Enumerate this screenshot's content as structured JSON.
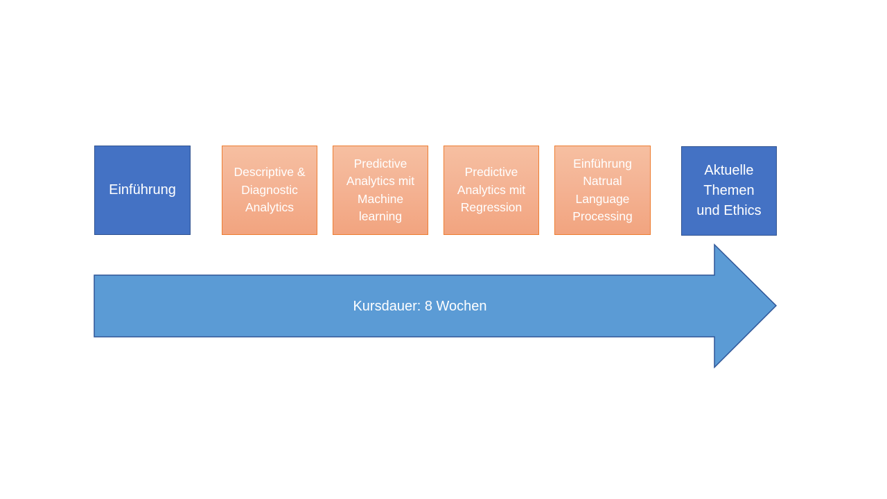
{
  "diagram": {
    "colors": {
      "blue_box": "#4472c4",
      "blue_box_border": "#2f528f",
      "orange_box": "#f4b183",
      "orange_box_border": "#ed7d31",
      "arrow_fill": "#5b9bd5",
      "arrow_border": "#2e5597",
      "text": "#ffffff"
    },
    "steps": [
      {
        "label": "Einführung",
        "style": "blue"
      },
      {
        "label": "Descriptive  &\nDiagnostic\nAnalytics",
        "style": "orange"
      },
      {
        "label": "Predictive\nAnalytics mit\nMachine\nlearning",
        "style": "orange"
      },
      {
        "label": "Predictive\nAnalytics mit\nRegression",
        "style": "orange"
      },
      {
        "label": "Einführung\nNatrual\nLanguage\nProcessing",
        "style": "orange"
      },
      {
        "label": "Aktuelle\nThemen\nund Ethics",
        "style": "blue"
      }
    ],
    "arrow": {
      "label": "Kursdauer: 8 Wochen"
    }
  }
}
